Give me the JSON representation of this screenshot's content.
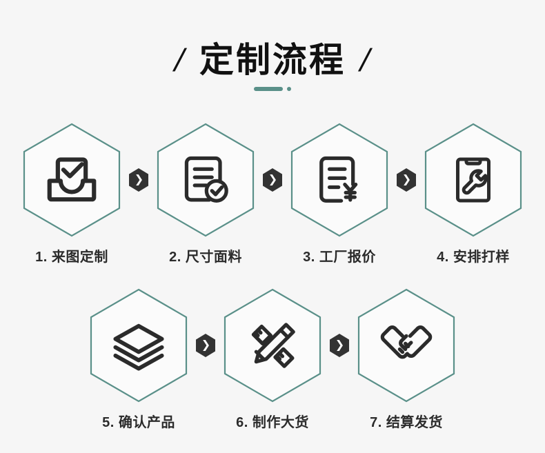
{
  "page": {
    "background_color": "#f6f6f6",
    "accent_color": "#5a9089",
    "icon_color": "#2b2b2b",
    "arrow_color": "#333333"
  },
  "header": {
    "left_slash": "/",
    "title": "定制流程",
    "right_slash": "/",
    "underline": {
      "bar": "",
      "dot": ""
    }
  },
  "arrow_glyph": "❯",
  "steps": [
    {
      "number": "1.",
      "label": "1. 来图定制",
      "icon": "inbox-check-icon",
      "row": 1
    },
    {
      "number": "2.",
      "label": "2. 尺寸面料",
      "icon": "document-check-icon",
      "row": 1
    },
    {
      "number": "3.",
      "label": "3. 工厂报价",
      "icon": "invoice-yuan-icon",
      "row": 1
    },
    {
      "number": "4.",
      "label": "4. 安排打样",
      "icon": "clipboard-wrench-icon",
      "row": 1
    },
    {
      "number": "5.",
      "label": "5. 确认产品",
      "icon": "layers-stack-icon",
      "row": 2
    },
    {
      "number": "6.",
      "label": "6. 制作大货",
      "icon": "pencil-ruler-icon",
      "row": 2
    },
    {
      "number": "7.",
      "label": "7. 结算发货",
      "icon": "handshake-icon",
      "row": 2
    }
  ]
}
